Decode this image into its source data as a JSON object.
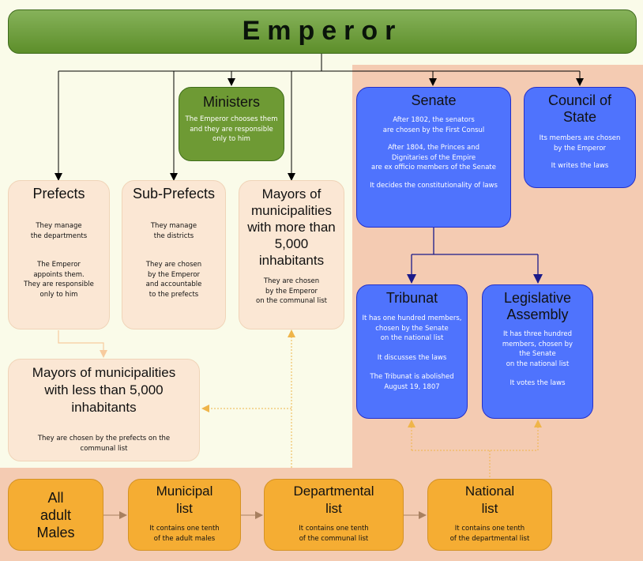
{
  "emperor": {
    "title": "Emperor"
  },
  "ministers": {
    "title": "Ministers",
    "text": "The Emperor chooses them\nand they are responsible\nonly to him"
  },
  "prefects": {
    "title": "Prefects",
    "text1": "They manage\nthe departments",
    "text2": "The Emperor\nappoints them.\nThey are responsible\nonly to him"
  },
  "sub_prefects": {
    "title": "Sub-Prefects",
    "text1": "They manage\nthe districts",
    "text2": "They are chosen\nby the Emperor\nand accountable\nto the prefects"
  },
  "mayors_more": {
    "title": "Mayors of\nmunicipalities\nwith more than\n5,000\ninhabitants",
    "text": "They are chosen\nby the Emperor\non the communal list"
  },
  "mayors_less": {
    "title": "Mayors of municipalities\nwith less than  5,000\ninhabitants",
    "text": "They are chosen by the prefects on the\ncommunal list"
  },
  "senate": {
    "title": "Senate",
    "text1": "After 1802, the senators\nare chosen by the First Consul",
    "text2": "After 1804, the Princes and\nDignitaries of the Empire\nare ex officio members of the Senate",
    "text3": "It decides the constitutionality of laws"
  },
  "council": {
    "title": "Council of\nState",
    "text1": "Its members are chosen\nby the Emperor",
    "text2": "It writes the laws"
  },
  "tribunat": {
    "title": "Tribunat",
    "text1": "It has one hundred members,\nchosen by the Senate\non the national list",
    "text2": "It discusses the laws",
    "text3": "The  Tribunat  is abolished\nAugust 19, 1807"
  },
  "legislative": {
    "title": "Legislative\nAssembly",
    "text1": "It has three hundred\nmembers, chosen by\nthe Senate\non the national list",
    "text2": "It votes the laws"
  },
  "adult_males": {
    "title": "All\nadult\nMales"
  },
  "municipal": {
    "title": "Municipal\nlist",
    "text": "It contains one tenth\nof the adult males"
  },
  "departmental": {
    "title": "Departmental\nlist",
    "text": "It contains one tenth\nof the communal list"
  },
  "national": {
    "title": "National\nlist",
    "text": "It contains one  tenth\nof the departmental list"
  }
}
